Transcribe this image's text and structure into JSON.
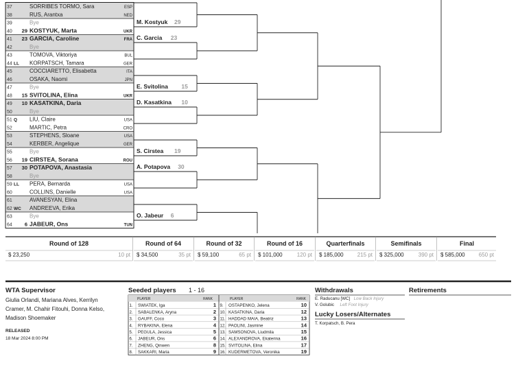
{
  "entries": [
    {
      "num": "37",
      "seed": "",
      "tag": "",
      "name": "SORRIBES TORMO, Sara",
      "nat": "ESP",
      "bye": false
    },
    {
      "num": "38",
      "seed": "",
      "tag": "",
      "name": "RUS, Arantxa",
      "nat": "NED",
      "bye": false
    },
    {
      "num": "39",
      "seed": "",
      "tag": "",
      "name": "Bye",
      "nat": "",
      "bye": true
    },
    {
      "num": "40",
      "seed": "29",
      "tag": "",
      "name": "KOSTYUK, Marta",
      "nat": "UKR",
      "bye": false
    },
    {
      "num": "41",
      "seed": "23",
      "tag": "",
      "name": "GARCIA, Caroline",
      "nat": "FRA",
      "bye": false
    },
    {
      "num": "42",
      "seed": "",
      "tag": "",
      "name": "Bye",
      "nat": "",
      "bye": true
    },
    {
      "num": "43",
      "seed": "",
      "tag": "",
      "name": "TOMOVA, Viktoriya",
      "nat": "BUL",
      "bye": false
    },
    {
      "num": "44",
      "seed": "",
      "tag": "LL",
      "name": "KORPATSCH, Tamara",
      "nat": "GER",
      "bye": false
    },
    {
      "num": "45",
      "seed": "",
      "tag": "",
      "name": "COCCIARETTO, Elisabetta",
      "nat": "ITA",
      "bye": false
    },
    {
      "num": "46",
      "seed": "",
      "tag": "",
      "name": "OSAKA, Naomi",
      "nat": "JPN",
      "bye": false
    },
    {
      "num": "47",
      "seed": "",
      "tag": "",
      "name": "Bye",
      "nat": "",
      "bye": true
    },
    {
      "num": "48",
      "seed": "15",
      "tag": "",
      "name": "SVITOLINA, Elina",
      "nat": "UKR",
      "bye": false
    },
    {
      "num": "49",
      "seed": "10",
      "tag": "",
      "name": "KASATKINA, Daria",
      "nat": "",
      "bye": false
    },
    {
      "num": "50",
      "seed": "",
      "tag": "",
      "name": "Bye",
      "nat": "",
      "bye": true
    },
    {
      "num": "51",
      "seed": "",
      "tag": "Q",
      "name": "LIU, Claire",
      "nat": "USA",
      "bye": false
    },
    {
      "num": "52",
      "seed": "",
      "tag": "",
      "name": "MARTIC, Petra",
      "nat": "CRO",
      "bye": false
    },
    {
      "num": "53",
      "seed": "",
      "tag": "",
      "name": "STEPHENS, Sloane",
      "nat": "USA",
      "bye": false
    },
    {
      "num": "54",
      "seed": "",
      "tag": "",
      "name": "KERBER, Angelique",
      "nat": "GER",
      "bye": false
    },
    {
      "num": "55",
      "seed": "",
      "tag": "",
      "name": "Bye",
      "nat": "",
      "bye": true
    },
    {
      "num": "56",
      "seed": "19",
      "tag": "",
      "name": "CIRSTEA, Sorana",
      "nat": "ROU",
      "bye": false
    },
    {
      "num": "57",
      "seed": "30",
      "tag": "",
      "name": "POTAPOVA, Anastasia",
      "nat": "",
      "bye": false
    },
    {
      "num": "58",
      "seed": "",
      "tag": "",
      "name": "Bye",
      "nat": "",
      "bye": true
    },
    {
      "num": "59",
      "seed": "",
      "tag": "LL",
      "name": "PERA, Bernarda",
      "nat": "USA",
      "bye": false
    },
    {
      "num": "60",
      "seed": "",
      "tag": "",
      "name": "COLLINS, Danielle",
      "nat": "USA",
      "bye": false
    },
    {
      "num": "61",
      "seed": "",
      "tag": "",
      "name": "AVANESYAN, Elina",
      "nat": "",
      "bye": false
    },
    {
      "num": "62",
      "seed": "",
      "tag": "WC",
      "name": "ANDREEVA, Erika",
      "nat": "",
      "bye": false
    },
    {
      "num": "63",
      "seed": "",
      "tag": "",
      "name": "Bye",
      "nat": "",
      "bye": true
    },
    {
      "num": "64",
      "seed": "6",
      "tag": "",
      "name": "JABEUR, Ons",
      "nat": "TUN",
      "bye": false
    }
  ],
  "r64": [
    {
      "name": "M. Kostyuk",
      "seed": "29"
    },
    {
      "name": "C. Garcia",
      "seed": "23"
    },
    {
      "name": "E. Svitolina",
      "seed": "15"
    },
    {
      "name": "D. Kasatkina",
      "seed": "10"
    },
    {
      "name": "S. Cirstea",
      "seed": "19"
    },
    {
      "name": "A. Potapova",
      "seed": "30"
    },
    {
      "name": "O. Jabeur",
      "seed": "6"
    }
  ],
  "prize": [
    {
      "round": "Round of 128",
      "money": "$ 23,250",
      "pts": "10 pt"
    },
    {
      "round": "Round of 64",
      "money": "$ 34,500",
      "pts": "35 pt"
    },
    {
      "round": "Round of 32",
      "money": "$ 59,100",
      "pts": "65 pt"
    },
    {
      "round": "Round of 16",
      "money": "$ 101,000",
      "pts": "120 pt"
    },
    {
      "round": "Quarterfinals",
      "money": "$ 185,000",
      "pts": "215 pt"
    },
    {
      "round": "Semifinals",
      "money": "$ 325,000",
      "pts": "390 pt"
    },
    {
      "round": "Final",
      "money": "$ 585,000",
      "pts": "650 pt"
    }
  ],
  "supervisor": {
    "title": "WTA Supervisor",
    "lines": [
      "Giulia Orlandi, Mariana Alves, Kerrilyn",
      "Cramer, M. Chahir Fitouhi, Donna Kelso,",
      "Madison Shoemaker"
    ],
    "released_label": "RELEASED",
    "released_date": "18 Mar 2024   8:00 PM"
  },
  "seeds": {
    "title": "Seeded players",
    "range": "1 - 16",
    "player_header": "PLAYER",
    "rank_header": "RANK",
    "left": [
      {
        "n": "1.",
        "name": "SWIATEK, Iga",
        "rank": "1"
      },
      {
        "n": "2.",
        "name": "SABALENKA, Aryna",
        "rank": "2"
      },
      {
        "n": "3.",
        "name": "GAUFF, Coco",
        "rank": "3"
      },
      {
        "n": "4.",
        "name": "RYBAKINA, Elena",
        "rank": "4"
      },
      {
        "n": "5.",
        "name": "PEGULA, Jessica",
        "rank": "5"
      },
      {
        "n": "6.",
        "name": "JABEUR, Ons",
        "rank": "6"
      },
      {
        "n": "7.",
        "name": "ZHENG, Qinwen",
        "rank": "8"
      },
      {
        "n": "8.",
        "name": "SAKKARI, Maria",
        "rank": "9"
      }
    ],
    "right": [
      {
        "n": "9.",
        "name": "OSTAPENKO, Jelena",
        "rank": "10"
      },
      {
        "n": "10.",
        "name": "KASATKINA, Daria",
        "rank": "12"
      },
      {
        "n": "11.",
        "name": "HADDAD MAIA, Beatriz",
        "rank": "13"
      },
      {
        "n": "12.",
        "name": "PAOLINI, Jasmine",
        "rank": "14"
      },
      {
        "n": "13.",
        "name": "SAMSONOVA, Liudmila",
        "rank": "15"
      },
      {
        "n": "14.",
        "name": "ALEXANDROVA, Ekaterina",
        "rank": "16"
      },
      {
        "n": "15.",
        "name": "SVITOLINA, Elina",
        "rank": "17"
      },
      {
        "n": "16.",
        "name": "KUDERMETOVA, Veronika",
        "rank": "19"
      }
    ]
  },
  "withdrawals": {
    "title": "Withdrawals",
    "items": [
      {
        "name": "E. Raducanu [WC]",
        "reason": "Low Back Injury"
      },
      {
        "name": "V. Golubic",
        "reason": "Left Foot Injury"
      }
    ]
  },
  "retirements": {
    "title": "Retirements"
  },
  "lucky_losers": {
    "title": "Lucky Losers/Alternates",
    "text": "T. Korpatsch, B. Pera"
  },
  "colors": {
    "shade": "#d9d9d9",
    "line": "#222222",
    "muted": "#9a9a9a",
    "rule": "#999999"
  }
}
